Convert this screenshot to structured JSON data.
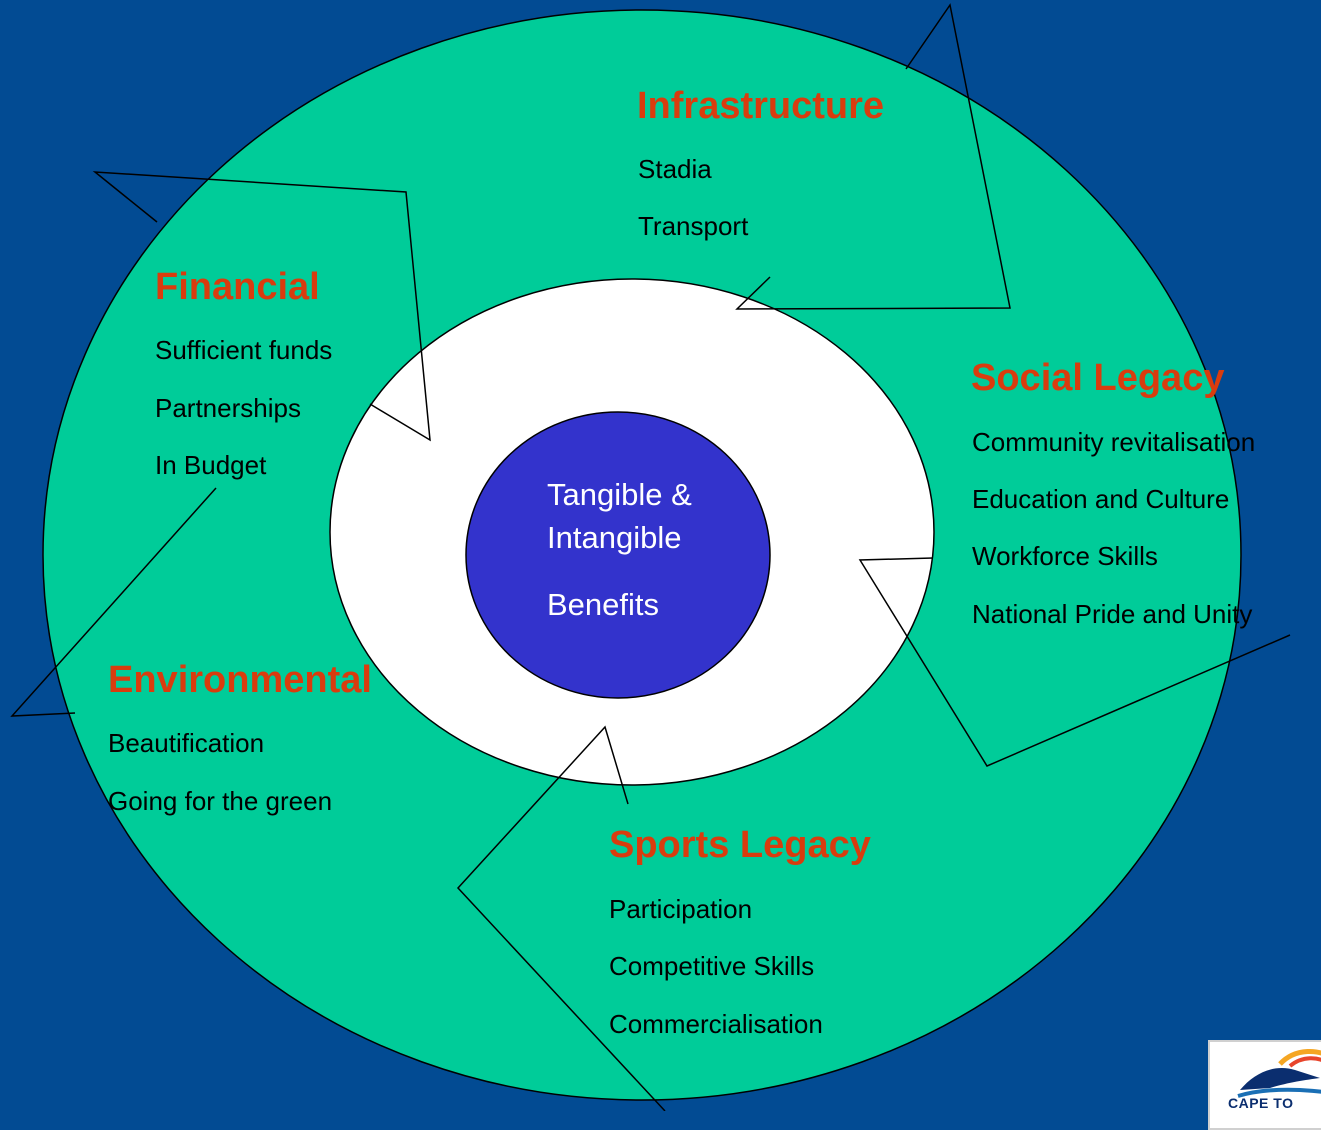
{
  "center": {
    "line1": "Tangible &",
    "line2": "Intangible",
    "line3": "Benefits"
  },
  "sections": {
    "infrastructure": {
      "heading": "Infrastructure",
      "items": [
        "Stadia",
        "Transport"
      ]
    },
    "financial": {
      "heading": "Financial",
      "items": [
        "Sufficient funds",
        "Partnerships",
        "In Budget"
      ]
    },
    "social": {
      "heading": "Social Legacy",
      "items": [
        "Community revitalisation",
        "Education and Culture",
        "Workforce Skills",
        "National Pride and Unity"
      ]
    },
    "environmental": {
      "heading": "Environmental",
      "items": [
        "Beautification",
        "Going for the green"
      ]
    },
    "sports": {
      "heading": "Sports Legacy",
      "items": [
        "Participation",
        "Competitive Skills",
        "Commercialisation"
      ]
    }
  },
  "logo": {
    "text": "CAPE TO"
  },
  "colors": {
    "background": "#024B93",
    "outer_ring": "#00CC99",
    "inner_ring": "#FFFFFF",
    "center": "#3333CC",
    "heading": "#D93C0E",
    "text": "#000000"
  }
}
